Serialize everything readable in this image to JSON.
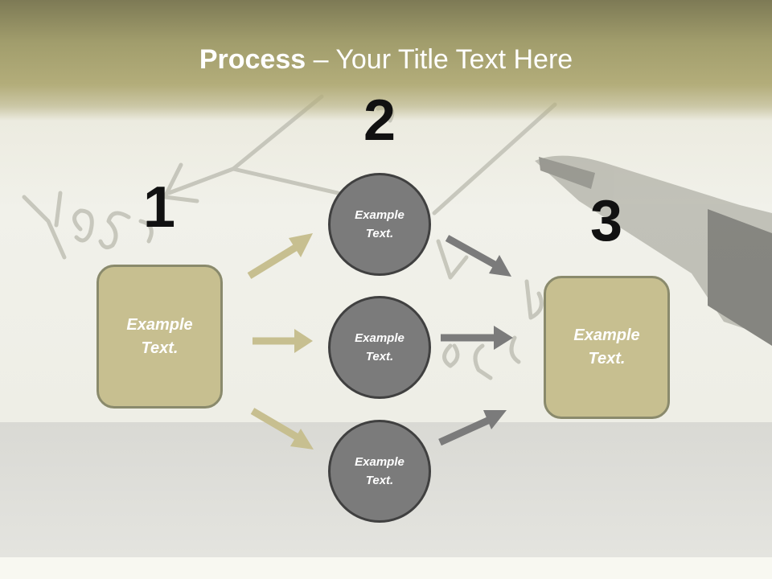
{
  "title": {
    "bold": "Process",
    "rest": " – Your Title Text Here"
  },
  "steps": [
    {
      "number": "1",
      "text": "Example Text."
    },
    {
      "number": "2",
      "nodes": [
        {
          "text": "Example Text."
        },
        {
          "text": "Example Text."
        },
        {
          "text": "Example Text."
        }
      ]
    },
    {
      "number": "3",
      "text": "Example Text."
    }
  ],
  "colors": {
    "title_band": "#a19d6c",
    "tan_box": "#c7bf90",
    "tan_arrow": "#c7bf90",
    "circle_fill": "#7b7b7b",
    "circle_border": "#404040",
    "gray_arrow": "#7b7b7b"
  }
}
